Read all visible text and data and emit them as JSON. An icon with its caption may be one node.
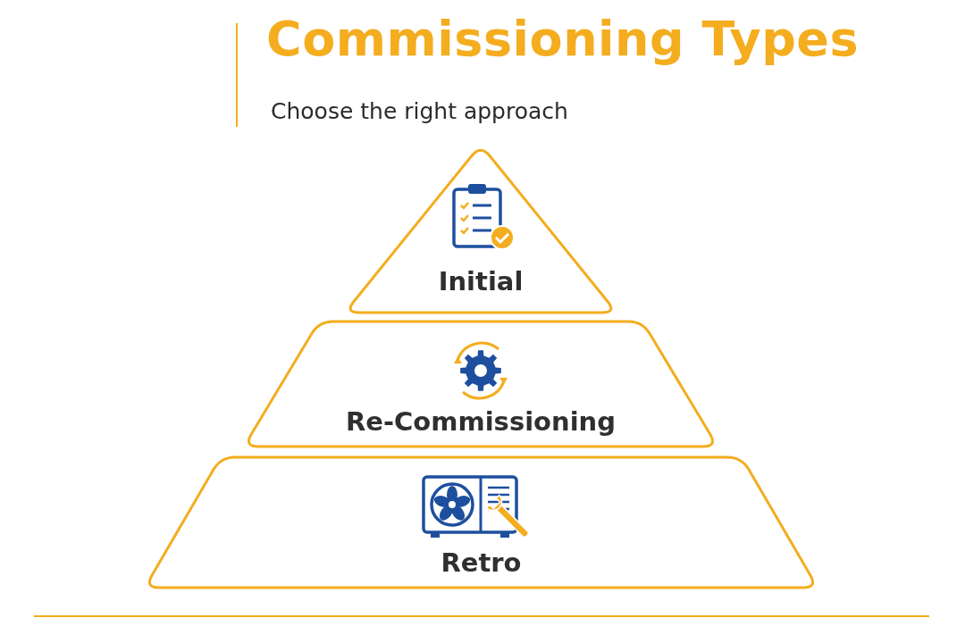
{
  "diagram": {
    "title": "Commissioning Types",
    "caption": "Choose the right approach",
    "nodes": [
      {
        "text": [
          "Initial"
        ]
      },
      {
        "text": [
          "Re-Commissioning"
        ]
      },
      {
        "text": [
          "Retro"
        ]
      }
    ],
    "edges": []
  }
}
